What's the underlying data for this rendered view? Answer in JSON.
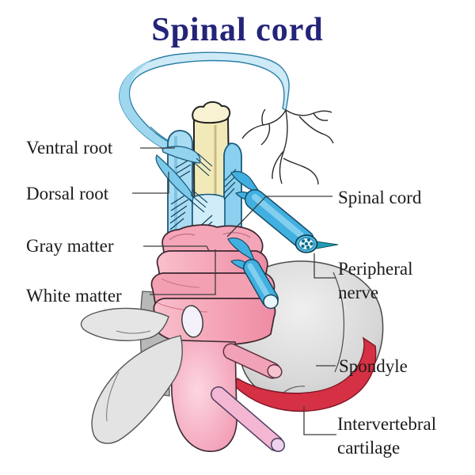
{
  "title": "Spinal cord",
  "labels": {
    "ventral_root": "Ventral root",
    "dorsal_root": "Dorsal root",
    "gray_matter": "Gray matter",
    "white_matter": "White matter",
    "spinal_cord": "Spinal cord",
    "peripheral_nerve": "Peripheral nerve",
    "spondyle": "Spondyle",
    "intervertebral_cartilage": "Intervertebral cartilage"
  },
  "colors": {
    "background": "#ffffff",
    "title_text": "#24247a",
    "label_text": "#1b1b1b",
    "leader_line": "#3c3c3c",
    "nerve_blue": "#41b0e0",
    "loop_light_blue": "#cdeaf6",
    "cord_column_blue": "#a9dcf2",
    "central_column_yellow": "#f2e9b8",
    "matter_pink": "#f4a6b8",
    "lower_cord_pink": "#f8c3d2",
    "cartilage_red": "#d63044",
    "bone_gray": "#dcdcdc",
    "outline_dark": "#222222"
  }
}
